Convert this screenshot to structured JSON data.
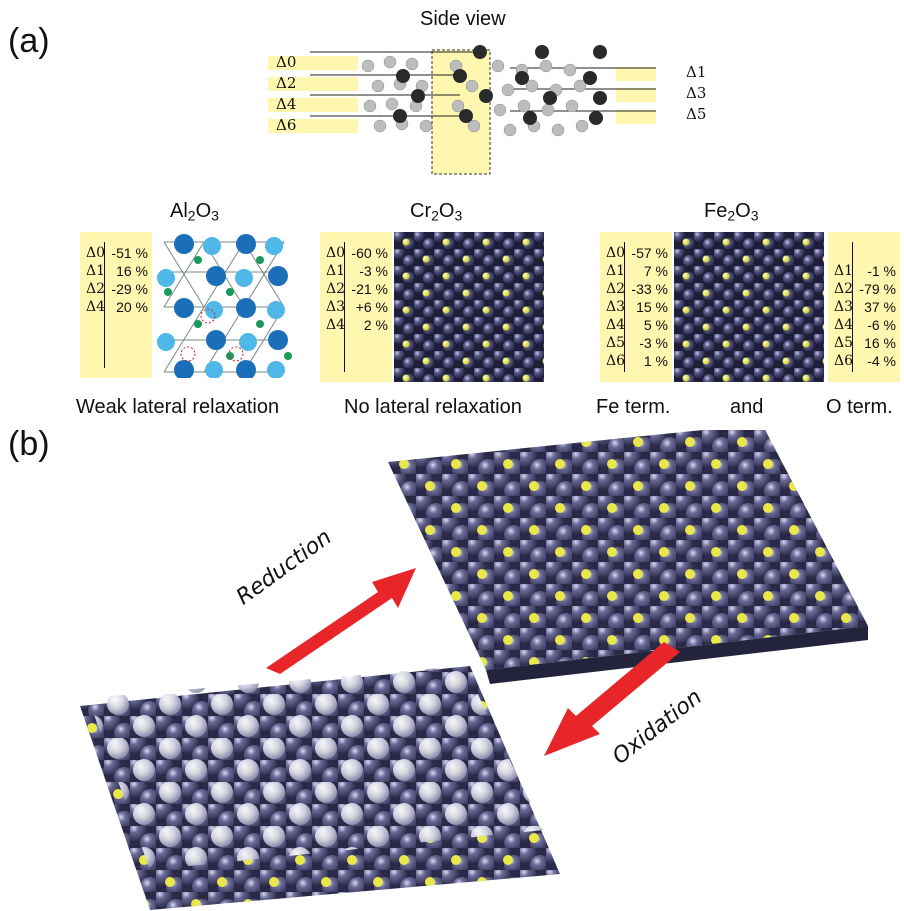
{
  "panel_a_label": "(a)",
  "panel_b_label": "(b)",
  "side_view": {
    "title": "Side view",
    "left_labels": [
      "Δ0",
      "Δ2",
      "Δ4",
      "Δ6"
    ],
    "right_labels": [
      "Δ1",
      "Δ3",
      "Δ5"
    ]
  },
  "al2o3": {
    "title_main": "Al",
    "title_sub1": "2",
    "title_mid": "O",
    "title_sub2": "3",
    "deltas": [
      "Δ0",
      "Δ1",
      "Δ2",
      "Δ4"
    ],
    "values": [
      "-51 %",
      "16 %",
      "-29 %",
      "20 %"
    ],
    "caption": "Weak lateral relaxation"
  },
  "cr2o3": {
    "title_main": "Cr",
    "title_sub1": "2",
    "title_mid": "O",
    "title_sub2": "3",
    "deltas": [
      "Δ0",
      "Δ1",
      "Δ2",
      "Δ3",
      "Δ4"
    ],
    "values": [
      "-60 %",
      "-3 %",
      "-21 %",
      "+6 %",
      "2 %"
    ],
    "caption": "No lateral relaxation"
  },
  "fe2o3": {
    "title_main": "Fe",
    "title_sub1": "2",
    "title_mid": "O",
    "title_sub2": "3",
    "fe_deltas": [
      "Δ0",
      "Δ1",
      "Δ2",
      "Δ3",
      "Δ4",
      "Δ5",
      "Δ6"
    ],
    "fe_values": [
      "-57 %",
      "7 %",
      "-33 %",
      "15 %",
      "5 %",
      "-3 %",
      "1 %"
    ],
    "o_deltas": [
      "Δ1",
      "Δ2",
      "Δ3",
      "Δ4",
      "Δ5",
      "Δ6"
    ],
    "o_values": [
      "-1 %",
      "-79 %",
      "37 %",
      "-6 %",
      "16 %",
      "-4 %"
    ],
    "caption_fe": "Fe term.",
    "caption_and": "and",
    "caption_o": "O term."
  },
  "arrows": {
    "reduction": "Reduction",
    "oxidation": "Oxidation",
    "color": "#e8262a"
  },
  "colors": {
    "highlight": "#fff6b0",
    "cation": "#4a4a78",
    "oxygen": "#e8e84a",
    "light_atom": "#d6d6e6"
  }
}
